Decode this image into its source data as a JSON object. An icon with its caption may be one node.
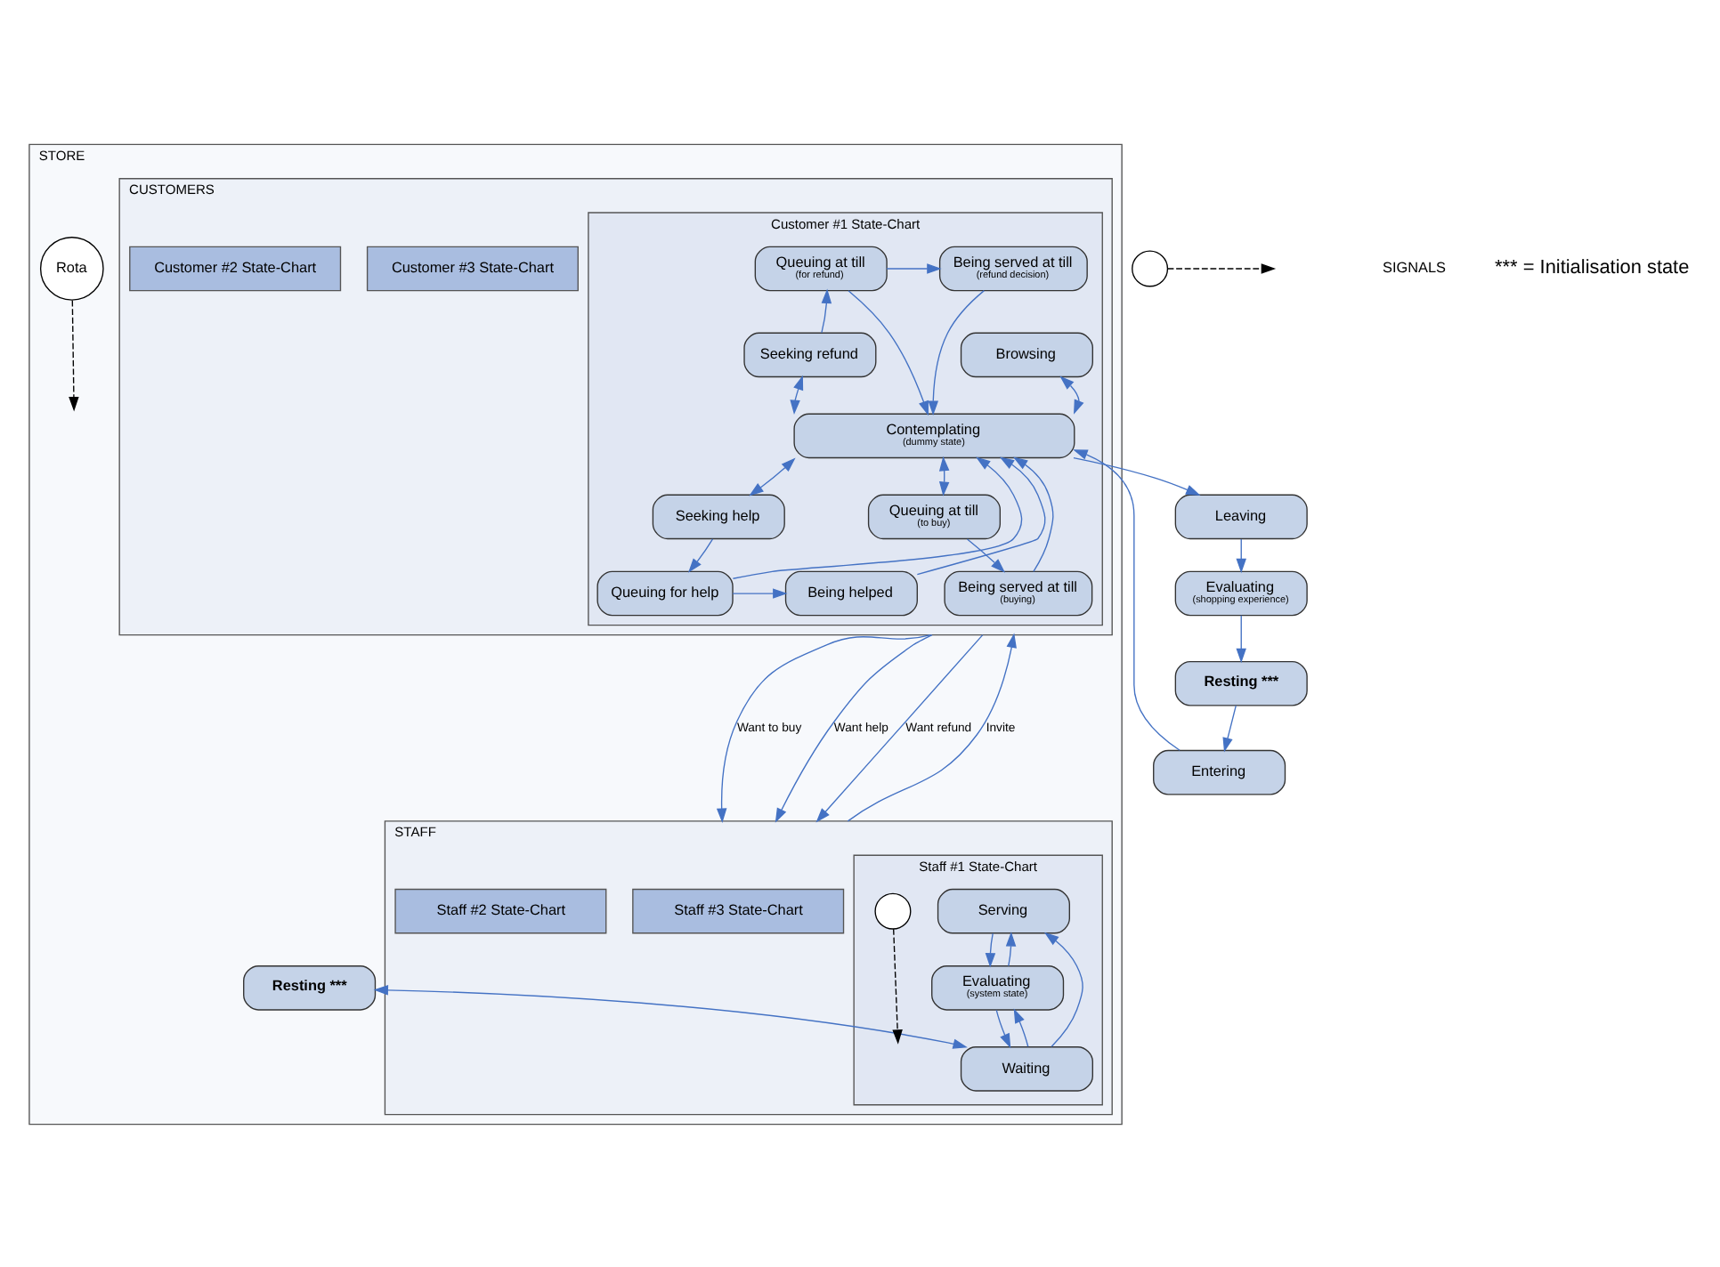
{
  "diagram": {
    "nodes": [
      {
        "text": [
          "Resting ***"
        ]
      },
      {
        "text": [],
        "shape": "circle"
      },
      {
        "text": [
          "Entering"
        ]
      },
      {
        "text": [
          "STORE"
        ]
      },
      {
        "text": [
          "CUSTOMERS"
        ],
        "in": 3
      },
      {
        "text": [
          "Customer #3 State-Chart"
        ],
        "in": 4
      },
      {
        "text": [
          "Customer #2 State-Chart"
        ],
        "in": 4
      },
      {
        "text": [
          "Customer #1 State-Chart"
        ],
        "in": 4
      },
      {
        "text": [
          "Queuing at till",
          "(for refund)"
        ],
        "in": 7
      },
      {
        "text": [
          "Being served at till",
          "(refund decision)"
        ],
        "in": 7
      },
      {
        "text": [
          "Seeking refund"
        ],
        "in": 7
      },
      {
        "text": [
          "Browsing"
        ],
        "in": 7
      },
      {
        "text": [
          "Contemplating",
          "(dummy state)"
        ],
        "in": 7
      },
      {
        "text": [
          "Seeking help"
        ],
        "in": 7
      },
      {
        "text": [
          "Queuing at till",
          "(to buy)"
        ],
        "in": 7
      },
      {
        "text": [
          "Queuing for help"
        ],
        "in": 7
      },
      {
        "text": [
          "Being helped"
        ],
        "in": 7
      },
      {
        "text": [
          "Being served at till",
          "(buying)"
        ],
        "in": 7
      },
      {
        "text": [
          "Rota"
        ],
        "in": 3
      },
      {
        "text": [
          "Resting ***"
        ],
        "in": 3
      },
      {
        "text": [
          "STAFF"
        ],
        "in": 3
      },
      {
        "text": [
          "Staff #3 State-Chart"
        ],
        "in": 20
      },
      {
        "text": [
          "Staff #2 State-Chart"
        ],
        "in": 20
      },
      {
        "text": [
          "Staff #1 State-Chart"
        ],
        "in": 20
      },
      {
        "text": [
          "Serving"
        ],
        "in": 23
      },
      {
        "text": [],
        "shape": "circle",
        "in": 23
      },
      {
        "text": [
          "Waiting"
        ],
        "in": 23
      },
      {
        "text": [
          "Evaluating",
          "(system state)"
        ],
        "in": 23
      },
      {
        "text": [
          "Leaving"
        ]
      },
      {
        "text": [
          "Evaluating",
          "(shopping experience)"
        ]
      }
    ],
    "edges": [
      {
        "from": 0,
        "to": 2,
        "arrow": "to"
      },
      {
        "from": 1,
        "to": null,
        "arrow": "to",
        "style": "dashed",
        "color": "#000000"
      },
      {
        "from": 2,
        "to": 12,
        "arrow": "to"
      },
      {
        "from": 8,
        "to": 9,
        "arrow": "to"
      },
      {
        "from": 8,
        "to": 12,
        "arrow": "to"
      },
      {
        "from": 9,
        "to": 12,
        "arrow": "to"
      },
      {
        "from": 10,
        "to": 8,
        "arrow": "to"
      },
      {
        "from": 10,
        "to": 12,
        "arrow": "both"
      },
      {
        "from": 11,
        "to": 12,
        "arrow": "both"
      },
      {
        "from": 13,
        "to": 12,
        "arrow": "both"
      },
      {
        "from": 12,
        "to": 14,
        "arrow": "both"
      },
      {
        "from": 13,
        "to": 15,
        "arrow": "to"
      },
      {
        "from": 15,
        "to": 16,
        "arrow": "to"
      },
      {
        "from": 15,
        "to": 12,
        "arrow": "to"
      },
      {
        "from": 16,
        "to": 12,
        "arrow": "to"
      },
      {
        "from": 17,
        "to": 12,
        "arrow": "to"
      },
      {
        "from": 14,
        "to": 17,
        "arrow": "to"
      },
      {
        "from": 12,
        "to": 28,
        "arrow": "to"
      },
      {
        "from": 28,
        "to": 29,
        "arrow": "to"
      },
      {
        "from": 29,
        "to": 0,
        "arrow": "to"
      },
      {
        "from": 4,
        "to": 20,
        "arrow": "to",
        "label": "Want to buy"
      },
      {
        "from": 4,
        "to": 20,
        "arrow": "to",
        "label": "Want help"
      },
      {
        "from": 4,
        "to": 20,
        "arrow": "to",
        "label": "Want refund"
      },
      {
        "from": 20,
        "to": 4,
        "arrow": "to",
        "label": "Invite"
      },
      {
        "from": 18,
        "to": null,
        "arrow": "to",
        "style": "dashed",
        "color": "#000000"
      },
      {
        "from": 19,
        "to": 26,
        "arrow": "both"
      },
      {
        "from": 26,
        "to": 24,
        "arrow": "to"
      },
      {
        "from": 26,
        "to": 27,
        "arrow": "to"
      },
      {
        "from": 27,
        "to": 26,
        "arrow": "to"
      },
      {
        "from": 27,
        "to": 24,
        "arrow": "to"
      },
      {
        "from": 24,
        "to": 27,
        "arrow": "to"
      },
      {
        "from": 25,
        "to": null,
        "arrow": "to",
        "style": "dashed",
        "color": "#000000"
      }
    ],
    "labels": [
      "SIGNALS",
      "*** = Initialisation state"
    ]
  }
}
